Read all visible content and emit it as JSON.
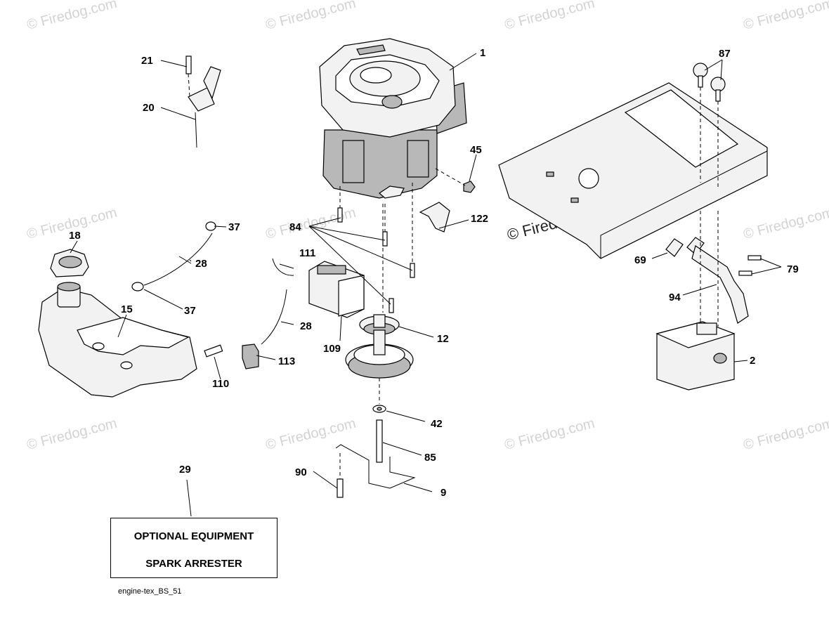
{
  "watermarks": {
    "tile": "© Firedog.com",
    "main": "© Firedog.com"
  },
  "callouts": [
    {
      "id": "1",
      "text": "1"
    },
    {
      "id": "2",
      "text": "2"
    },
    {
      "id": "9",
      "text": "9"
    },
    {
      "id": "12",
      "text": "12"
    },
    {
      "id": "15",
      "text": "15"
    },
    {
      "id": "18",
      "text": "18"
    },
    {
      "id": "20",
      "text": "20"
    },
    {
      "id": "21",
      "text": "21"
    },
    {
      "id": "28a",
      "text": "28"
    },
    {
      "id": "28b",
      "text": "28"
    },
    {
      "id": "29",
      "text": "29"
    },
    {
      "id": "37a",
      "text": "37"
    },
    {
      "id": "37b",
      "text": "37"
    },
    {
      "id": "42",
      "text": "42"
    },
    {
      "id": "45",
      "text": "45"
    },
    {
      "id": "69",
      "text": "69"
    },
    {
      "id": "79",
      "text": "79"
    },
    {
      "id": "84",
      "text": "84"
    },
    {
      "id": "85",
      "text": "85"
    },
    {
      "id": "87",
      "text": "87"
    },
    {
      "id": "90",
      "text": "90"
    },
    {
      "id": "94",
      "text": "94"
    },
    {
      "id": "109",
      "text": "109"
    },
    {
      "id": "110",
      "text": "110"
    },
    {
      "id": "111",
      "text": "111"
    },
    {
      "id": "113",
      "text": "113"
    },
    {
      "id": "122",
      "text": "122"
    }
  ],
  "optional_box": {
    "line1": "OPTIONAL EQUIPMENT",
    "line2": "SPARK ARRESTER"
  },
  "drawing_code": "engine-tex_BS_51"
}
